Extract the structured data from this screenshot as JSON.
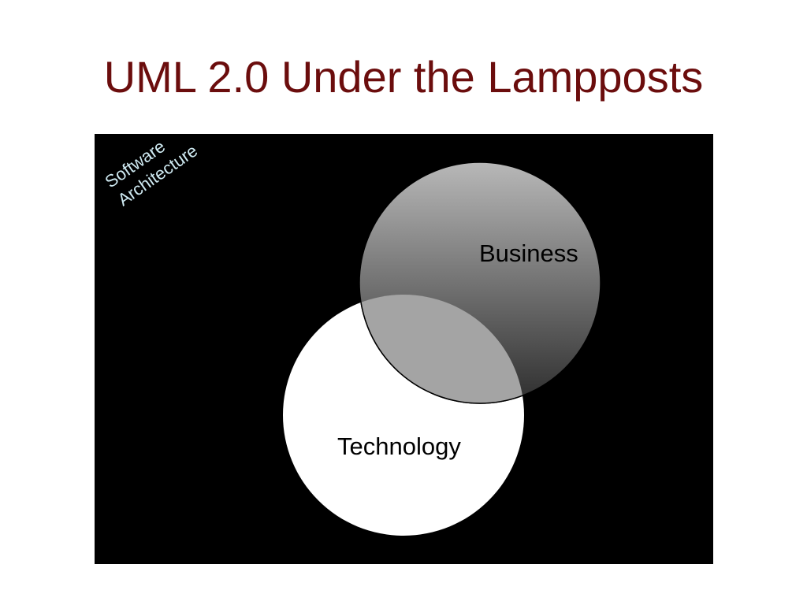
{
  "slide": {
    "title": "UML 2.0 Under the Lampposts",
    "title_color": "#6b0d0d"
  },
  "diagram": {
    "background_color": "#000000",
    "corner_label": {
      "lines": [
        "Software",
        "Architecture"
      ],
      "color": "#cfeaf2"
    },
    "circles": [
      {
        "label": "Technology",
        "fill": "#ffffff"
      },
      {
        "label": "Business",
        "fill_gradient": [
          "#b8b8b8",
          "#2e2e2e"
        ]
      }
    ],
    "overlap_fill": "#a4a4a4"
  }
}
